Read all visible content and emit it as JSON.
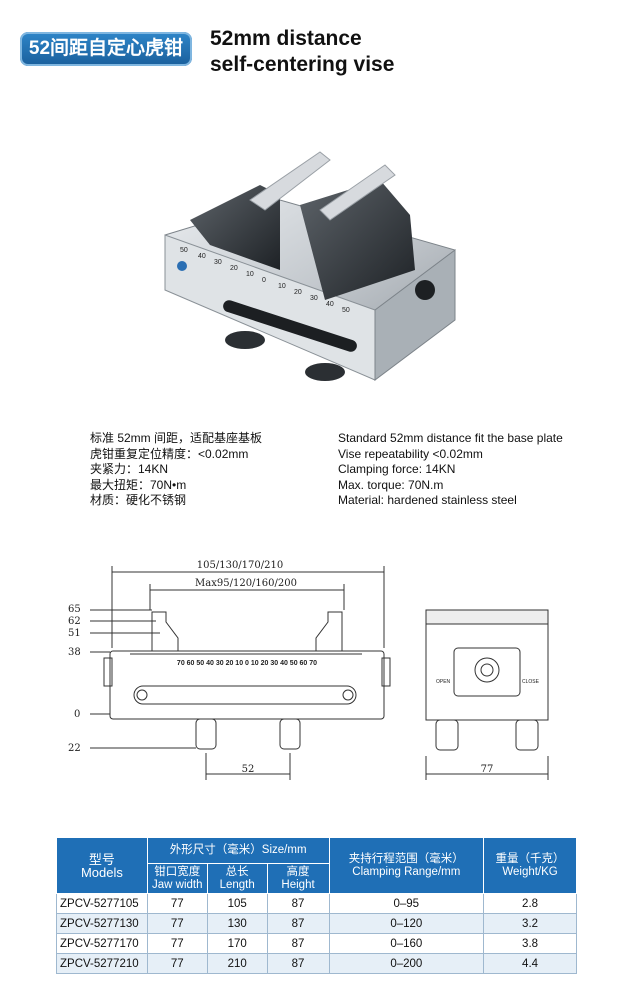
{
  "header": {
    "badge": "52间距自定心虎钳",
    "title_line1": "52mm distance",
    "title_line2": "self-centering vise"
  },
  "product_photo": {
    "scale_left": [
      "50",
      "40",
      "30",
      "20",
      "10"
    ],
    "scale_right": [
      "0",
      "10",
      "20",
      "30",
      "40",
      "50"
    ]
  },
  "specs_cn": [
    "标准 52mm 间距，适配基座基板",
    "虎钳重复定位精度：<0.02mm",
    "夹紧力：14KN",
    "最大扭矩：70N•m",
    "材质：硬化不锈钢"
  ],
  "specs_en": [
    "Standard 52mm distance fit the base plate",
    "Vise repeatability <0.02mm",
    "Clamping force: 14KN",
    "Max. torque: 70N.m",
    "Material: hardened stainless steel"
  ],
  "drawing": {
    "dim_total": "105/130/170/210",
    "dim_max": "Max95/120/160/200",
    "heights": [
      "65",
      "62",
      "51",
      "38",
      "0",
      "22"
    ],
    "scale": "70 60 50 40 30 20 10 0 10 20 30 40 50 60 70",
    "dim_52": "52",
    "dim_77": "77",
    "open_label": "OPEN",
    "close_label": "CLOSE"
  },
  "table": {
    "h_model_cn": "型号",
    "h_model_en": "Models",
    "h_size": "外形尺寸（毫米）Size/mm",
    "h_jaw_cn": "钳口宽度",
    "h_jaw_en": "Jaw width",
    "h_len_cn": "总长",
    "h_len_en": "Length",
    "h_height_cn": "高度",
    "h_height_en": "Height",
    "h_range_cn": "夹持行程范围（毫米）",
    "h_range_en": "Clamping Range/mm",
    "h_weight_cn": "重量（千克）",
    "h_weight_en": "Weight/KG",
    "rows": [
      {
        "model": "ZPCV-5277105",
        "jaw": "77",
        "length": "105",
        "height": "87",
        "range": "0–95",
        "weight": "2.8"
      },
      {
        "model": "ZPCV-5277130",
        "jaw": "77",
        "length": "130",
        "height": "87",
        "range": "0–120",
        "weight": "3.2"
      },
      {
        "model": "ZPCV-5277170",
        "jaw": "77",
        "length": "170",
        "height": "87",
        "range": "0–160",
        "weight": "3.8"
      },
      {
        "model": "ZPCV-5277210",
        "jaw": "77",
        "length": "210",
        "height": "87",
        "range": "0–200",
        "weight": "4.4"
      }
    ]
  }
}
